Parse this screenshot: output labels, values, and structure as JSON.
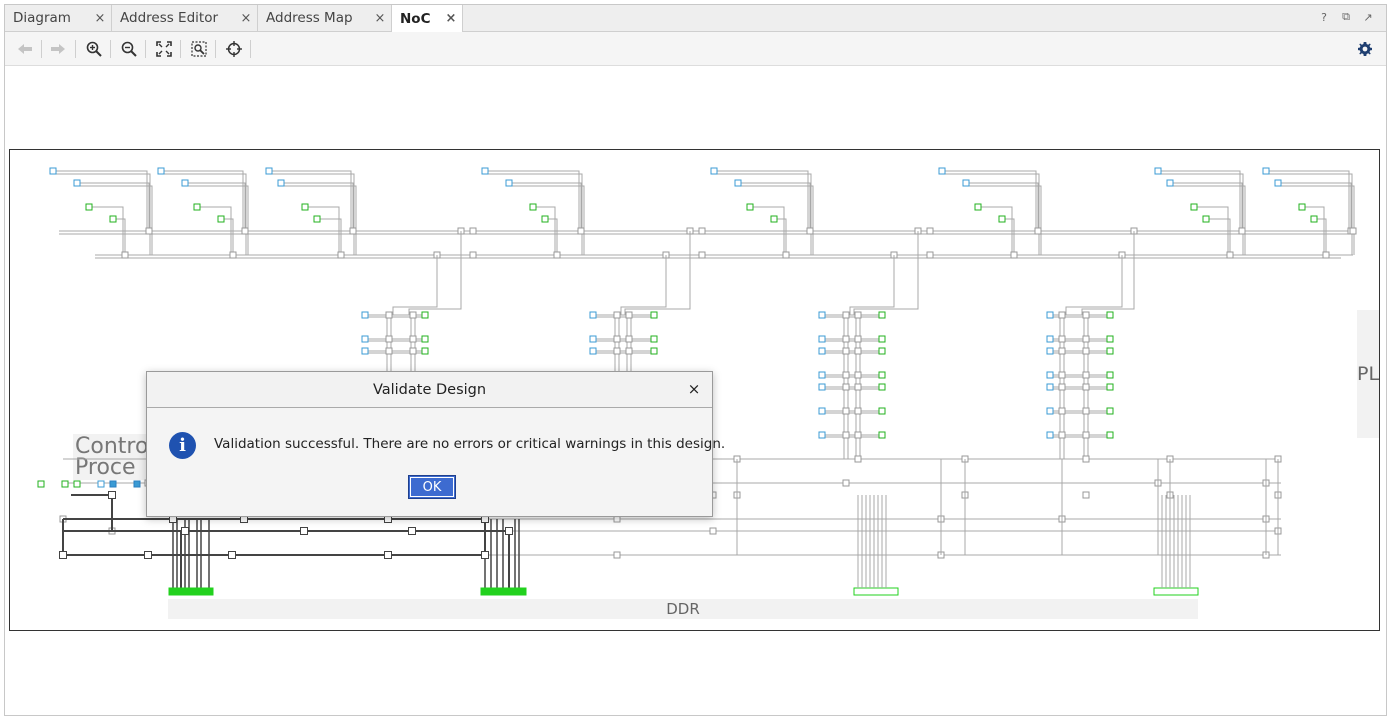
{
  "tabs": [
    {
      "label": "Diagram",
      "active": false
    },
    {
      "label": "Address Editor",
      "active": false
    },
    {
      "label": "Address Map",
      "active": false
    },
    {
      "label": "NoC",
      "active": true
    }
  ],
  "tab_close_glyph": "×",
  "tab_tools": {
    "help_glyph": "?",
    "restore_glyph": "⧉",
    "float_glyph": "↗"
  },
  "toolbar": {
    "buttons": [
      "back-arrow-icon",
      "forward-arrow-icon",
      "zoom-in-icon",
      "zoom-out-icon",
      "zoom-fit-icon",
      "zoom-area-icon",
      "auto-fit-selection-icon"
    ],
    "settings": "gear-icon"
  },
  "diagram": {
    "processor_label": [
      "Contro",
      "Proce"
    ],
    "ddr_label": "DDR",
    "pl_label": "PL",
    "colors": {
      "master_port": "#3b9bd4",
      "slave_port": "#22b21e",
      "wire": "#a8a8a8",
      "active_wire": "#444444",
      "ddr_port": "#22d11e"
    }
  },
  "dialog": {
    "title": "Validate Design",
    "close_glyph": "×",
    "icon_glyph": "i",
    "message": "Validation successful. There are no errors or critical warnings in this design.",
    "ok_label": "OK"
  }
}
